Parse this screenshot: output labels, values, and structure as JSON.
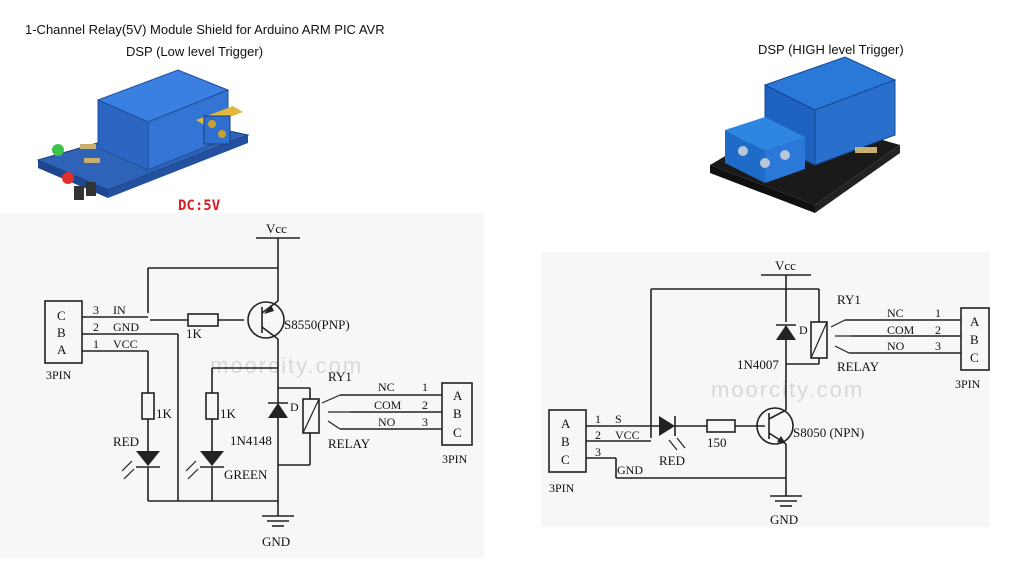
{
  "header": {
    "title": "1-Channel Relay(5V) Module Shield for Arduino ARM PIC AVR",
    "low_caption": "DSP (Low level Trigger)",
    "high_caption": "DSP (HIGH level Trigger)",
    "dc_label": "DC:5V"
  },
  "watermark": "moorcity.com",
  "left": {
    "vcc": "Vcc",
    "gnd": "GND",
    "pins": [
      "C",
      "B",
      "A"
    ],
    "pin_numbers": [
      "3",
      "2",
      "1"
    ],
    "pin_signals": [
      "IN",
      "GND",
      "VCC"
    ],
    "connector": "3PIN",
    "base_resistor": "1K",
    "transistor": "S8550(PNP)",
    "relay": "RY1",
    "diode": "1N4148",
    "diode_ref": "D",
    "res1": "1K",
    "res2": "1K",
    "led_red": "RED",
    "led_green": "GREEN",
    "out_signals": [
      "NC",
      "COM",
      "NO"
    ],
    "out_numbers": [
      "1",
      "2",
      "3"
    ],
    "out_pins": [
      "A",
      "B",
      "C"
    ],
    "out_connector": "3PIN",
    "relay_label": "RELAY"
  },
  "right": {
    "vcc": "Vcc",
    "gnd": "GND",
    "relay": "RY1",
    "diode": "1N4007",
    "diode_ref": "D",
    "out_signals": [
      "NC",
      "COM",
      "NO"
    ],
    "out_numbers": [
      "1",
      "2",
      "3"
    ],
    "out_pins": [
      "A",
      "B",
      "C"
    ],
    "out_connector": "3PIN",
    "relay_label": "RELAY",
    "in_pins": [
      "A",
      "B",
      "C"
    ],
    "in_numbers": [
      "1",
      "2",
      "3"
    ],
    "in_signals": [
      "S",
      "VCC",
      "GND"
    ],
    "in_connector": "3PIN",
    "led": "RED",
    "resistor": "150",
    "transistor": "S8050 (NPN)"
  }
}
